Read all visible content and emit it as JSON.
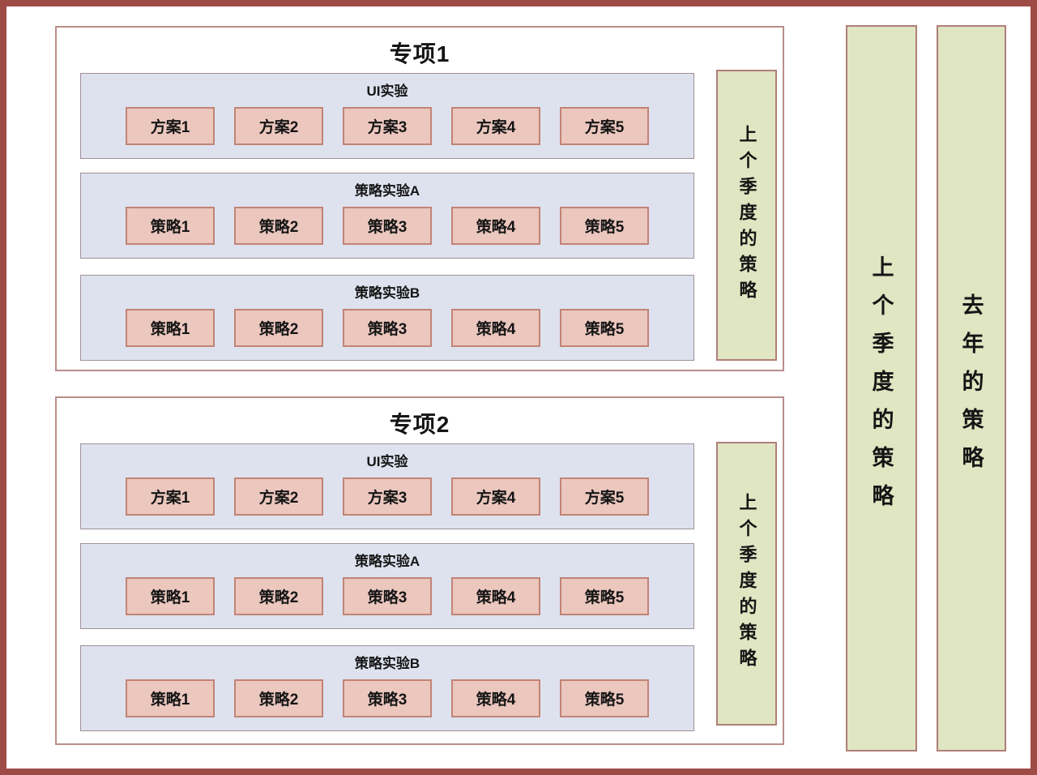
{
  "colors": {
    "page_frame": "#9e4b46",
    "project_border": "#b98e8a",
    "section_background": "#dde2ee",
    "section_border": "#a08f9a",
    "item_background": "#ebc7be",
    "item_border": "#c28375",
    "strategy_bar_background": "#e0e5c2",
    "strategy_bar_border": "#b07f78",
    "text": "#151515"
  },
  "projects": [
    {
      "title": "专项1",
      "sidebar_label": "上个季度的策略",
      "sections": [
        {
          "label": "UI实验",
          "items": [
            "方案1",
            "方案2",
            "方案3",
            "方案4",
            "方案5"
          ]
        },
        {
          "label": "策略实验A",
          "items": [
            "策略1",
            "策略2",
            "策略3",
            "策略4",
            "策略5"
          ]
        },
        {
          "label": "策略实验B",
          "items": [
            "策略1",
            "策略2",
            "策略3",
            "策略4",
            "策略5"
          ]
        }
      ]
    },
    {
      "title": "专项2",
      "sidebar_label": "上个季度的策略",
      "sections": [
        {
          "label": "UI实验",
          "items": [
            "方案1",
            "方案2",
            "方案3",
            "方案4",
            "方案5"
          ]
        },
        {
          "label": "策略实验A",
          "items": [
            "策略1",
            "策略2",
            "策略3",
            "策略4",
            "策略5"
          ]
        },
        {
          "label": "策略实验B",
          "items": [
            "策略1",
            "策略2",
            "策略3",
            "策略4",
            "策略5"
          ]
        }
      ]
    }
  ],
  "right_bars": [
    {
      "label": "上个季度的策略"
    },
    {
      "label": "去年的策略"
    }
  ]
}
